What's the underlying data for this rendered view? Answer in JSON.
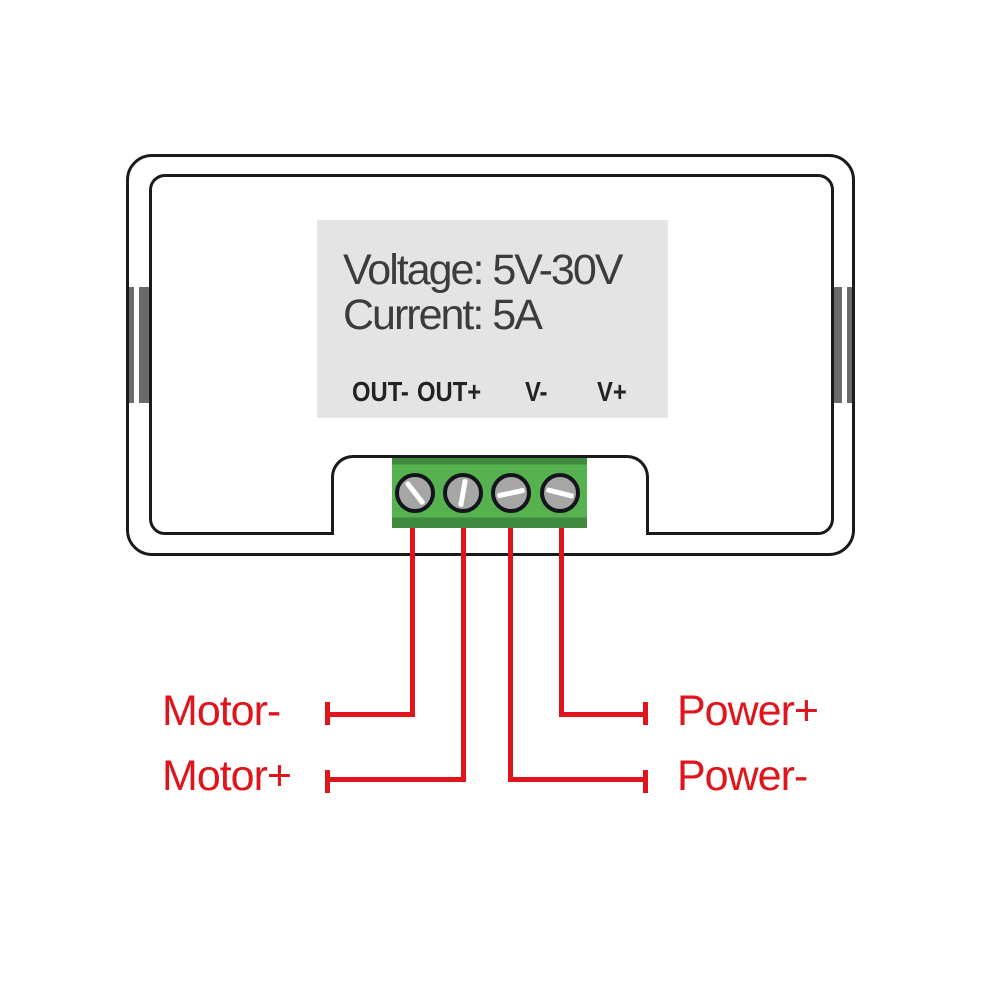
{
  "diagram": {
    "screen": {
      "voltage_line": "Voltage: 5V-30V",
      "current_line": "Current: 5A",
      "terminals": [
        "OUT-",
        "OUT+",
        "V-",
        "V+"
      ]
    },
    "wire_labels": {
      "motor_minus": "Motor-",
      "motor_plus": "Motor+",
      "power_plus": "Power+",
      "power_minus": "Power-"
    },
    "colors": {
      "wire_red": "#e0151b",
      "terminal_green": "#56b14f",
      "terminal_green_dark": "#3f8a3f",
      "lcd_gray": "#e4e4e4",
      "outline_black": "#1a1a1a",
      "clip_gray": "#6a6a6a",
      "screw_gray": "#a6a6a6",
      "screen_text_gray": "#3c3c3c"
    }
  }
}
